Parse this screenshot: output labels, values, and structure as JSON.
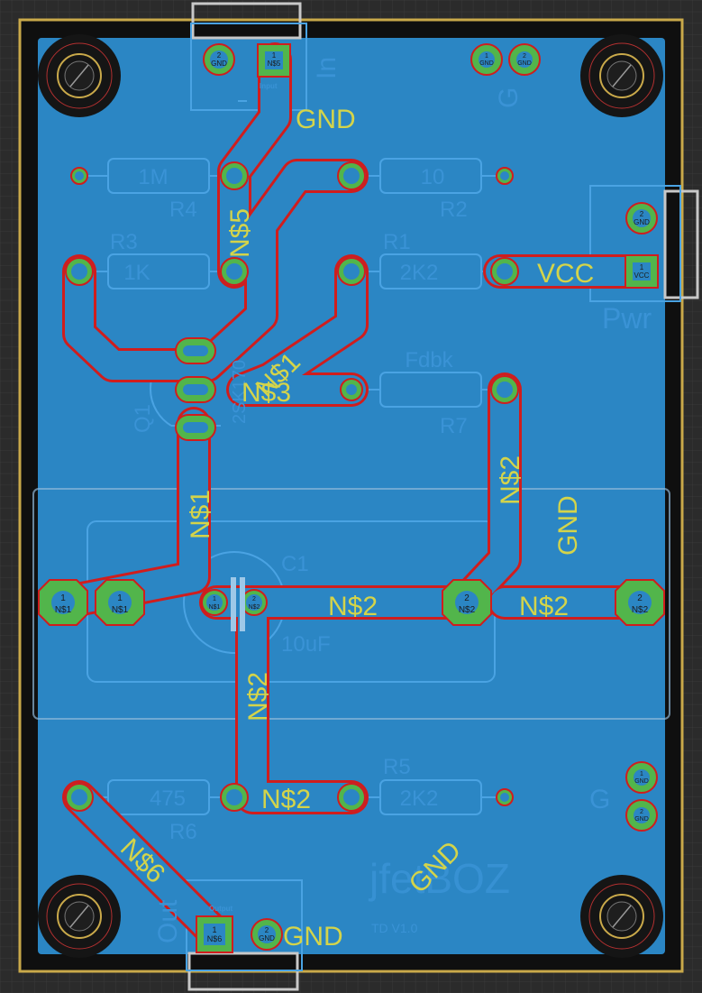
{
  "colors": {
    "background": "#2b2b2b",
    "board_outline": "#c9a94a",
    "copper_pour": "#2b86c4",
    "trace_outline": "#d01d1d",
    "pad_green": "#52b54b",
    "silk_yellow": "#d4d44a",
    "silk_blue": "#4aa3e3"
  },
  "net_labels": {
    "gnd_top": "GND",
    "vcc": "VCC",
    "gnd_right": "GND",
    "ns2_mid": "N$2",
    "ns2_right": "N$2",
    "ns2_vert_right": "N$2",
    "ns2_vert_left": "N$2",
    "ns2_bottom": "N$2",
    "ns1_vert": "N$1",
    "ns3": "N$3",
    "ns1_diag": "N$1",
    "ns5": "N$5",
    "ns6": "N$6",
    "gnd_bottom": "GND",
    "gnd_diag": "GND"
  },
  "parts": {
    "r4": {
      "name": "R4",
      "value": "1M"
    },
    "r2": {
      "name": "R2",
      "value": "10"
    },
    "r3": {
      "name": "R3",
      "value": "1K"
    },
    "r1": {
      "name": "R1",
      "value": "2K2"
    },
    "r7": {
      "name": "R7",
      "value": "Fdbk"
    },
    "r6": {
      "name": "R6",
      "value": "475"
    },
    "r5": {
      "name": "R5",
      "value": "2K2"
    },
    "c1": {
      "name": "C1",
      "value": "10uF"
    },
    "q1": {
      "name": "Q1",
      "value": "2SK170"
    }
  },
  "connectors": {
    "in_label": "In",
    "input_text": "Input",
    "pwr_label": "Pwr",
    "out_label": "Out",
    "output_text": "Output",
    "g_top": "G",
    "g_bottom": "G"
  },
  "pads": {
    "in_gnd": {
      "num": "2",
      "net": "GND"
    },
    "in_ns5": {
      "num": "1",
      "net": "N$5"
    },
    "top_gnd1": {
      "num": "1",
      "net": "GND"
    },
    "top_gnd2": {
      "num": "2",
      "net": "GND"
    },
    "pwr_gnd": {
      "num": "2",
      "net": "GND"
    },
    "pwr_vcc": {
      "num": "1",
      "net": "VCC"
    },
    "c_left1": {
      "num": "1",
      "net": "N$1"
    },
    "c_left2": {
      "num": "1",
      "net": "N$1"
    },
    "c_s1": {
      "num": "1",
      "net": "N$1"
    },
    "c_s2": {
      "num": "2",
      "net": "N$2"
    },
    "c_right1": {
      "num": "2",
      "net": "N$2"
    },
    "c_right2": {
      "num": "2",
      "net": "N$2"
    },
    "g_pad1": {
      "num": "1",
      "net": "GND"
    },
    "g_pad2": {
      "num": "2",
      "net": "GND"
    },
    "out_ns6": {
      "num": "1",
      "net": "N$6"
    },
    "out_gnd": {
      "num": "2",
      "net": "GND"
    }
  },
  "branding": {
    "title": "jfetBOZ",
    "version": "TD V1.0"
  }
}
